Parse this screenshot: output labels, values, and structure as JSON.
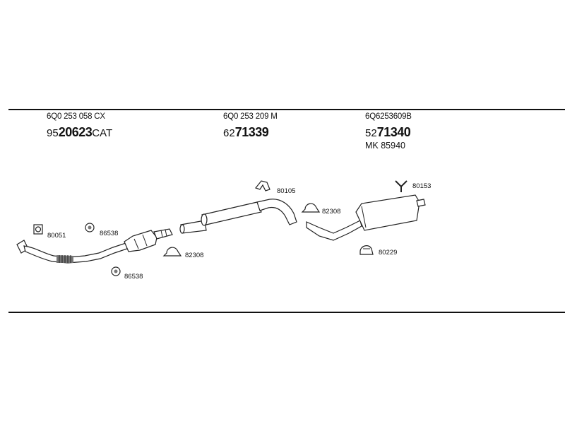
{
  "header": {
    "groups": [
      {
        "oem": "6Q0 253 058 CX",
        "prefix": "95",
        "number": "20623",
        "suffix": "CAT"
      },
      {
        "oem": "6Q0 253 209 M",
        "prefix": "62",
        "number": "71339",
        "suffix": ""
      },
      {
        "oem": "6Q6253609B",
        "prefix": "52",
        "number": "71340",
        "suffix": "",
        "extra": "MK  85940"
      }
    ]
  },
  "parts": {
    "gasket_80051": "80051",
    "rubber_86538_a": "86538",
    "rubber_86538_b": "86538",
    "clamp_82308_a": "82308",
    "hanger_80105": "80105",
    "clamp_82308_b": "82308",
    "hanger_80153": "80153",
    "clamp_80229": "80229"
  }
}
